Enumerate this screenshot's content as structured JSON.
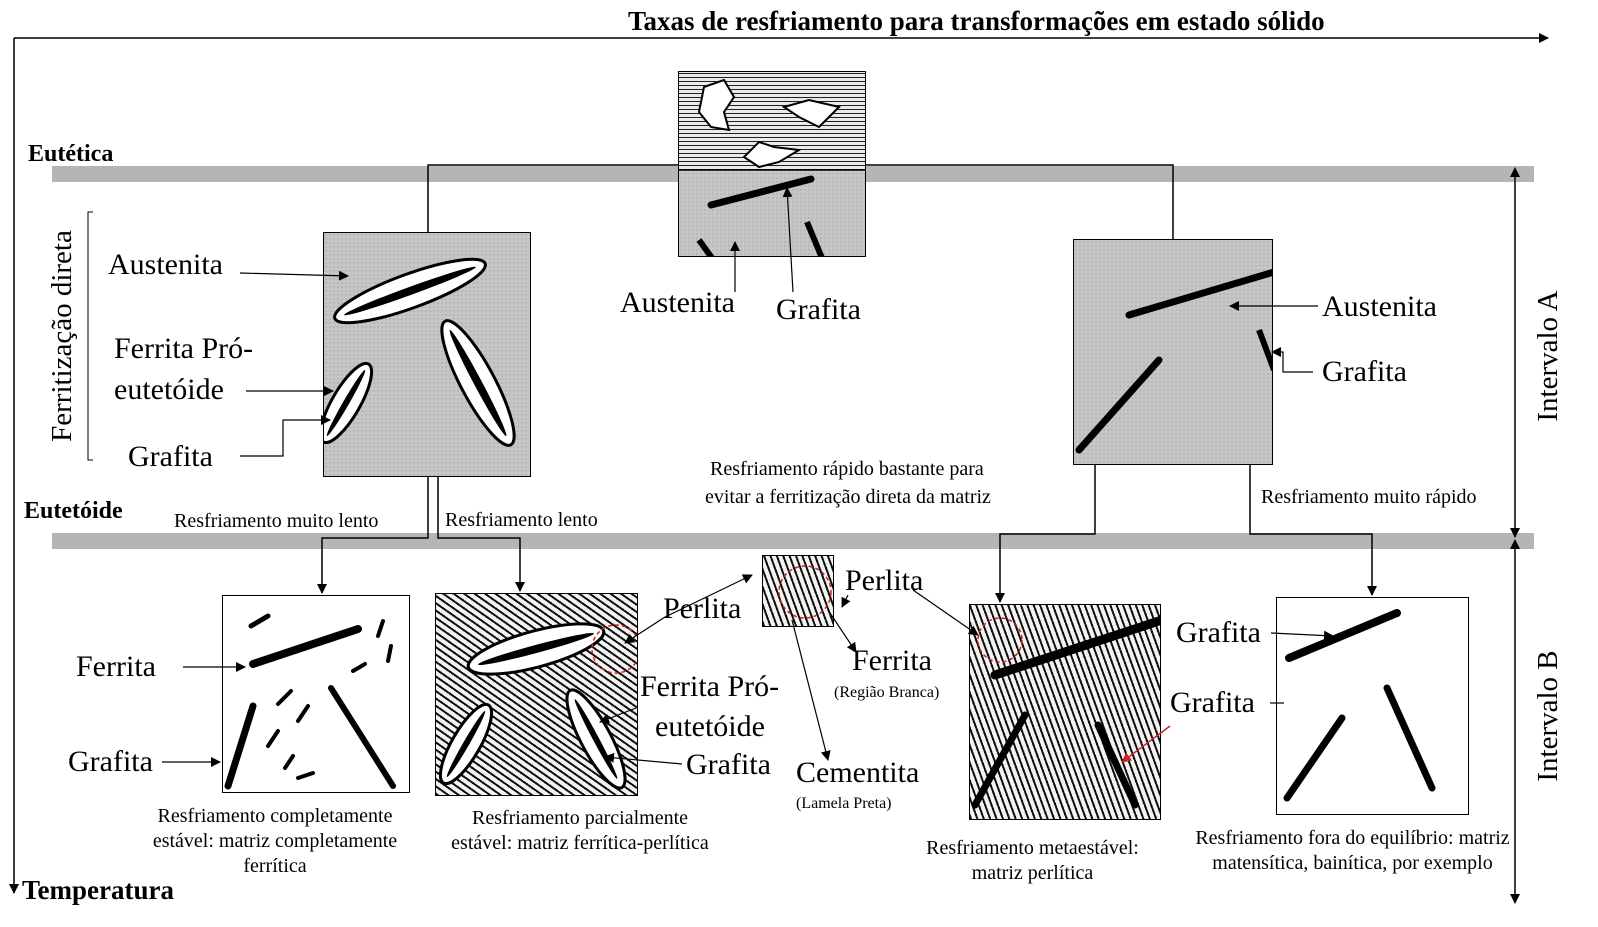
{
  "axes": {
    "top_label": "Taxas de resfriamento para transformações em estado sólido",
    "left_label": "Temperatura"
  },
  "levels": {
    "eutectic": "Eutética",
    "eutectoid": "Eutetóide"
  },
  "bracket_label": "Ferritização direta",
  "intervals": {
    "a": "Intervalo A",
    "b": "Intervalo B"
  },
  "top_micrograph": {
    "austenite": "Austenita",
    "graphite": "Grafita"
  },
  "left_micrograph": {
    "austenite": "Austenita",
    "ferrite_pro_line1": "Ferrita Pró-",
    "ferrite_pro_line2": "eutetóide",
    "graphite": "Grafita"
  },
  "right_micrograph": {
    "austenite": "Austenita",
    "graphite": "Grafita"
  },
  "cooling": {
    "very_slow": "Resfriamento muito lento",
    "slow": "Resfriamento lento",
    "fast_enough_line1": "Resfriamento rápido bastante para",
    "fast_enough_line2": "evitar a ferritização  direta da matriz",
    "very_fast": "Resfriamento muito rápido"
  },
  "bottom": {
    "b1": {
      "ferrite": "Ferrita",
      "graphite": "Grafita",
      "caption": "Resfriamento completamente estável: matriz completamente ferrítica"
    },
    "b2": {
      "pearlite": "Perlita",
      "ferrite_pro_line1": "Ferrita Pró-",
      "ferrite_pro_line2": "eutetóide",
      "graphite": "Grafita",
      "caption": "Resfriamento parcialmente estável: matriz ferrítica-perlítica"
    },
    "zoom": {
      "pearlite": "Perlita",
      "ferrite": "Ferrita",
      "ferrite_note": "(Região Branca)",
      "cementite": "Cementita",
      "cementite_note": "(Lamela Preta)"
    },
    "b3": {
      "graphite": "Grafita",
      "caption": "Resfriamento metaestável: matriz perlítica"
    },
    "b4": {
      "graphite": "Grafita",
      "caption": "Resfriamento fora do equilíbrio: matriz matensítica, bainítica, por exemplo"
    }
  },
  "colors": {
    "level_bar": "#b5b5b5",
    "arrow": "#000000",
    "highlight_red": "#cc2222"
  }
}
